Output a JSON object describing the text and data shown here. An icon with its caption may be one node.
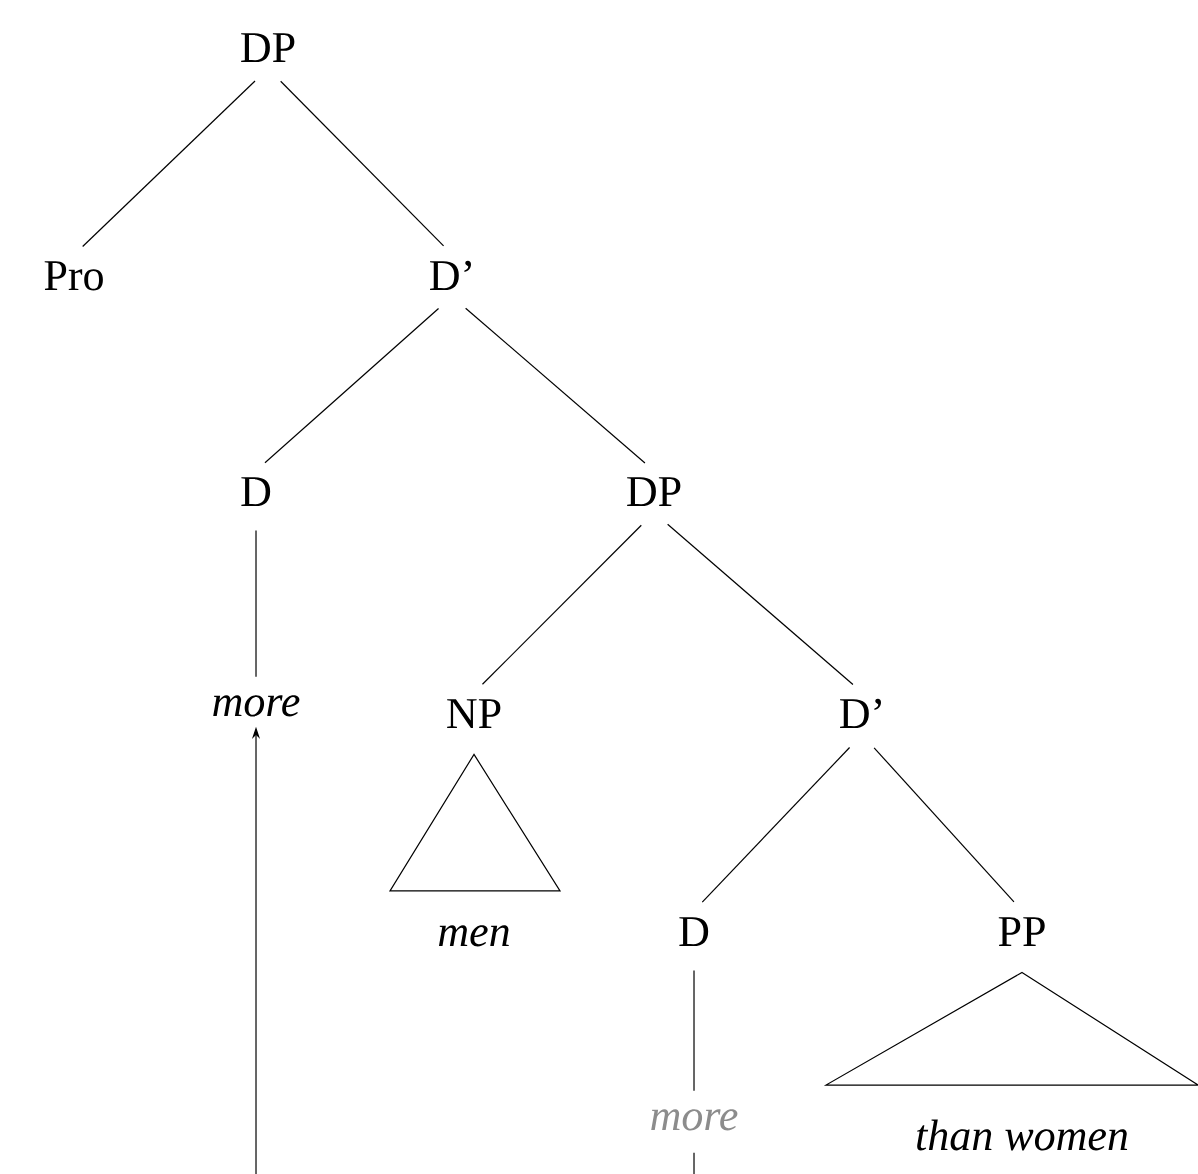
{
  "diagram": {
    "nodes": [
      {
        "text": [
          "DP"
        ]
      },
      {
        "text": [
          "Pro"
        ]
      },
      {
        "text": [
          "D’"
        ]
      },
      {
        "text": [
          "D"
        ]
      },
      {
        "text": [
          "DP"
        ]
      },
      {
        "text": [
          "more"
        ]
      },
      {
        "text": [
          "NP"
        ]
      },
      {
        "text": [
          "D’"
        ]
      },
      {
        "text": [
          "men"
        ]
      },
      {
        "text": [
          "D"
        ]
      },
      {
        "text": [
          "PP"
        ]
      },
      {
        "text": [
          "more"
        ]
      },
      {
        "text": [
          "than women"
        ]
      }
    ],
    "edges": [
      {
        "from": 0,
        "to": 1,
        "arrow": "none"
      },
      {
        "from": 0,
        "to": 2,
        "arrow": "none"
      },
      {
        "from": 2,
        "to": 3,
        "arrow": "none"
      },
      {
        "from": 2,
        "to": 4,
        "arrow": "none"
      },
      {
        "from": 3,
        "to": 5,
        "arrow": "none"
      },
      {
        "from": 4,
        "to": 6,
        "arrow": "none"
      },
      {
        "from": 4,
        "to": 7,
        "arrow": "none"
      },
      {
        "from": 6,
        "to": 8,
        "arrow": "none"
      },
      {
        "from": 7,
        "to": 9,
        "arrow": "none"
      },
      {
        "from": 7,
        "to": 10,
        "arrow": "none"
      },
      {
        "from": 9,
        "to": 11,
        "arrow": "none"
      },
      {
        "from": 10,
        "to": 12,
        "arrow": "none"
      },
      {
        "from": 11,
        "to": 5,
        "arrow": "to"
      }
    ]
  }
}
